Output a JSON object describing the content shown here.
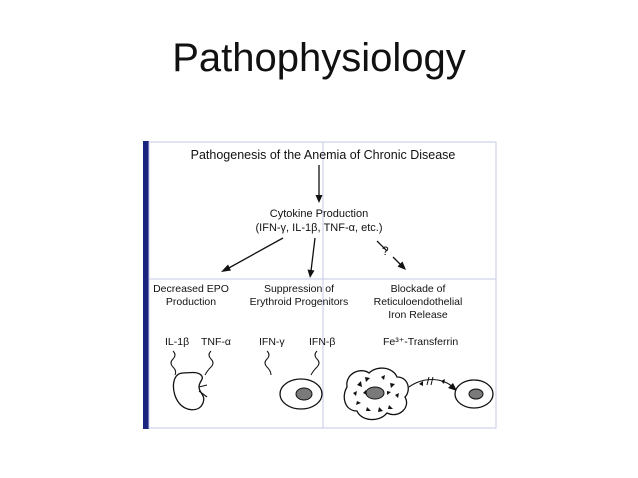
{
  "slide": {
    "title": "Pathophysiology"
  },
  "diagram": {
    "title": "Pathogenesis of the Anemia of Chronic Disease",
    "center_node": {
      "line1": "Cytokine Production",
      "line2": "(IFN-γ, IL-1β, TNF-α, etc.)"
    },
    "question_mark": "?",
    "columns": [
      {
        "line1": "Decreased EPO",
        "line2": "Production",
        "cytokines": [
          "IL-1β",
          "TNF-α"
        ],
        "target_icon": "kidney-icon"
      },
      {
        "line1": "Suppression of",
        "line2": "Erythroid Progenitors",
        "cytokines": [
          "IFN-γ",
          "IFN-β"
        ],
        "target_icon": "erythroid-cell-icon"
      },
      {
        "line1": "Blockade of",
        "line2": "Reticuloendothelial",
        "line3": "Iron Release",
        "cytokines": [
          "Fe³⁺-Transferrin"
        ],
        "target_icon": "macrophage-icon"
      }
    ],
    "colors": {
      "border": "#1a237e",
      "grid": "#c5cae9",
      "ink": "#111111",
      "nucleus": "#7a7a7a"
    }
  }
}
